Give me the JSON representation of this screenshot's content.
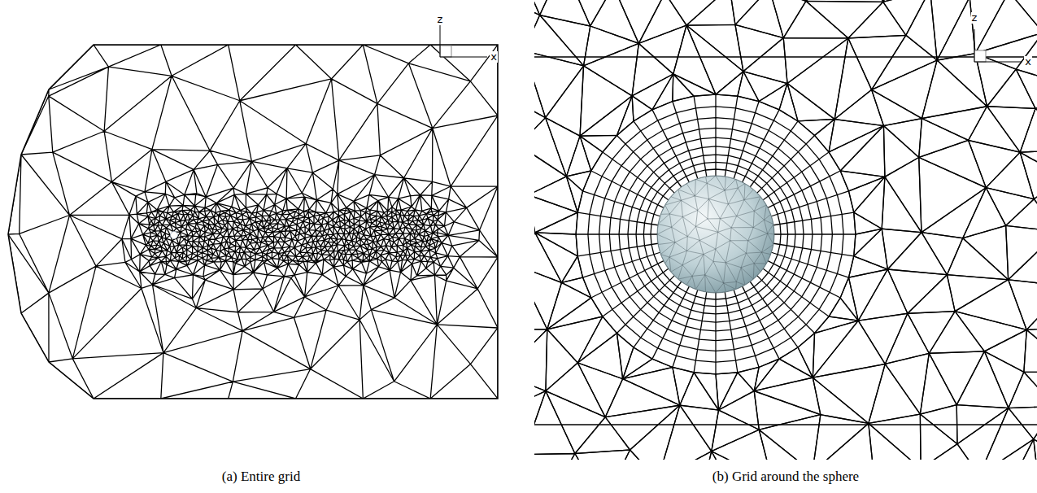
{
  "diagram": {
    "labels": [
      "z",
      "x",
      "z",
      "x",
      "(a) Entire grid",
      "(b) Grid around the sphere"
    ]
  }
}
